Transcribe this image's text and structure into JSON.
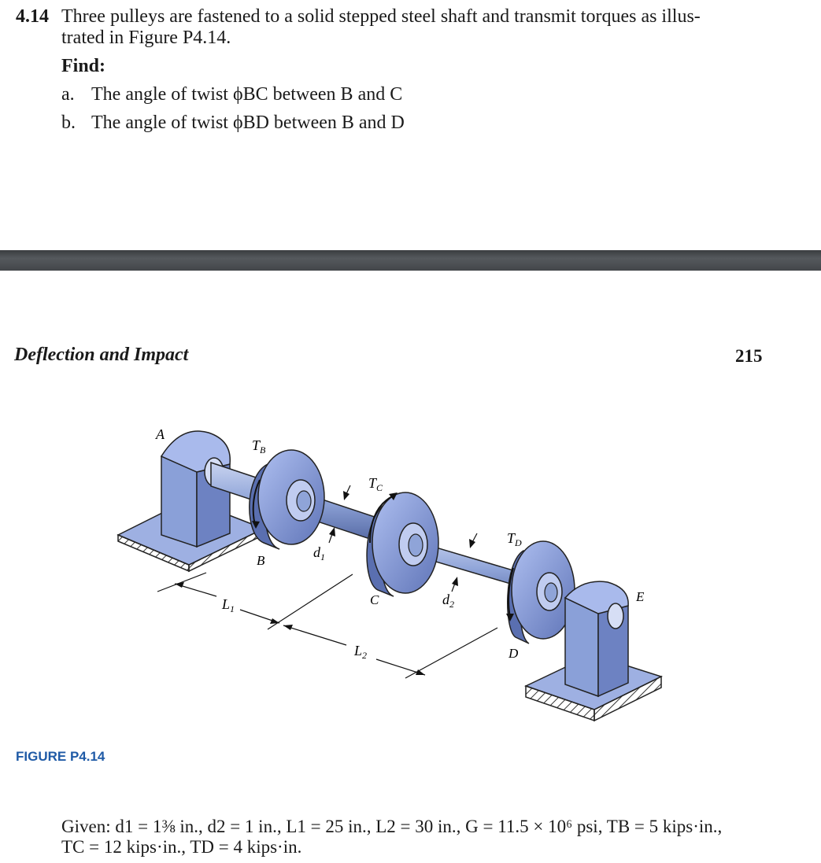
{
  "problem": {
    "number": "4.14",
    "statement_line1": "Three pulleys are fastened to a solid stepped steel shaft and transmit torques as illus-",
    "statement_line2": "trated in Figure P4.14.",
    "find_label": "Find:",
    "items": [
      {
        "label": "a.",
        "text": "The angle of twist ϕBC between B and C"
      },
      {
        "label": "b.",
        "text": "The angle of twist ϕBD between B and D"
      }
    ]
  },
  "page_header": {
    "title": "Deflection and Impact",
    "page_number": "215"
  },
  "figure": {
    "caption": "FIGURE P4.14",
    "labels": {
      "A": "A",
      "B": "B",
      "C": "C",
      "D": "D",
      "E": "E",
      "TB": "TB",
      "TC": "TC",
      "TD": "TD",
      "d1": "d1",
      "d2": "d2",
      "L1": "L1",
      "L2": "L2"
    }
  },
  "given": {
    "line1": "Given: d1 = 1⅜ in., d2 = 1 in., L1 = 25 in., L2 = 30 in., G = 11.5 × 10⁶ psi, TB = 5 kips·in.,",
    "line2": "TC = 12 kips·in., TD = 4 kips·in."
  },
  "colors": {
    "pulley_blue": "#7d96d0",
    "divider_gray": "#4a4d51",
    "figure_label_blue": "#1f5aa6"
  }
}
